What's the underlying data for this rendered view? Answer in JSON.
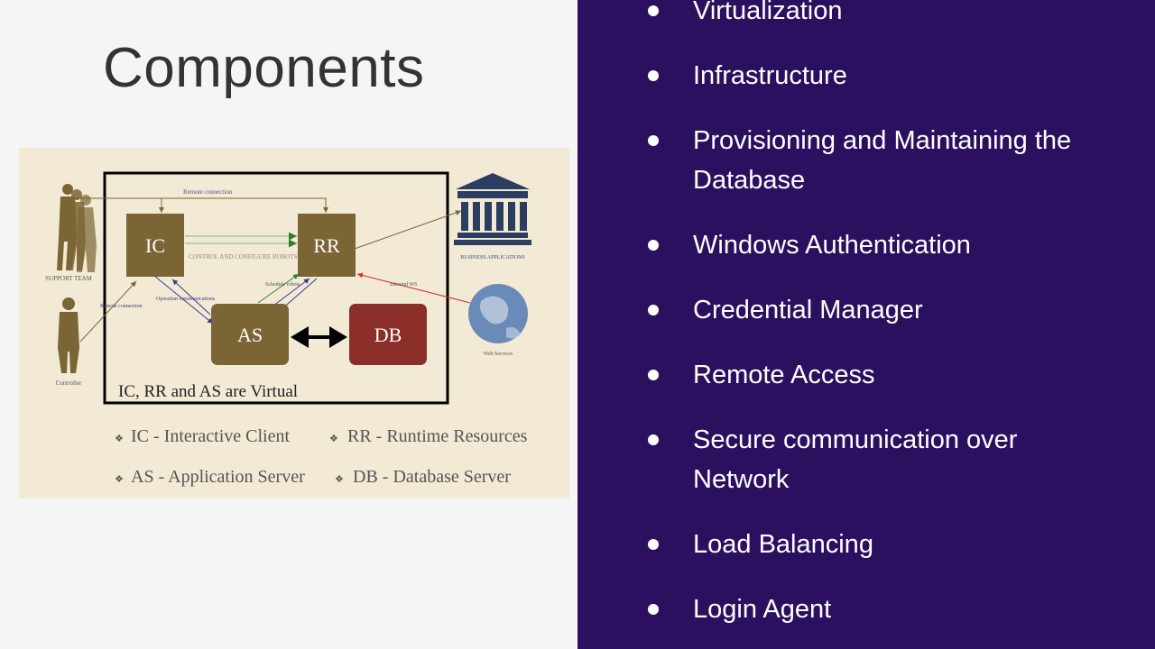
{
  "slide": {
    "title": "Components"
  },
  "diagram": {
    "boxes": {
      "ic": "IC",
      "rr": "RR",
      "as": "AS",
      "db": "DB"
    },
    "arrow_labels": {
      "remote_top": "Remote connection",
      "control": "CONTROL AND CONFIGURE ROBOTS",
      "remote_left": "Remote connection",
      "operation": "Operation communications",
      "schedule": "Schedule robots",
      "inbound": "Inbound WS"
    },
    "actors": {
      "support_team": "SUPPORT TEAM",
      "controller": "Controller",
      "business_apps": "BUSINESS APPLICATIONS",
      "web_services": "Web Services"
    },
    "caption": "IC, RR and AS are Virtual",
    "legend": {
      "ic": "IC - Interactive Client",
      "rr": "RR - Runtime Resources",
      "as": "AS - Application Server",
      "db": "DB - Database Server"
    },
    "colors": {
      "box_brown": "#7b6535",
      "box_red": "#8b2e29",
      "background": "#f2ead4"
    }
  },
  "bullets": [
    "Virtualization",
    "Infrastructure",
    "Provisioning and Maintaining the Database",
    "Windows Authentication",
    "Credential Manager",
    "Remote Access",
    "Secure communication over Network",
    "Load Balancing",
    "Login Agent"
  ],
  "colors": {
    "right_background": "#2c1060",
    "left_background": "#f5f5f5",
    "title_text": "#333333"
  }
}
